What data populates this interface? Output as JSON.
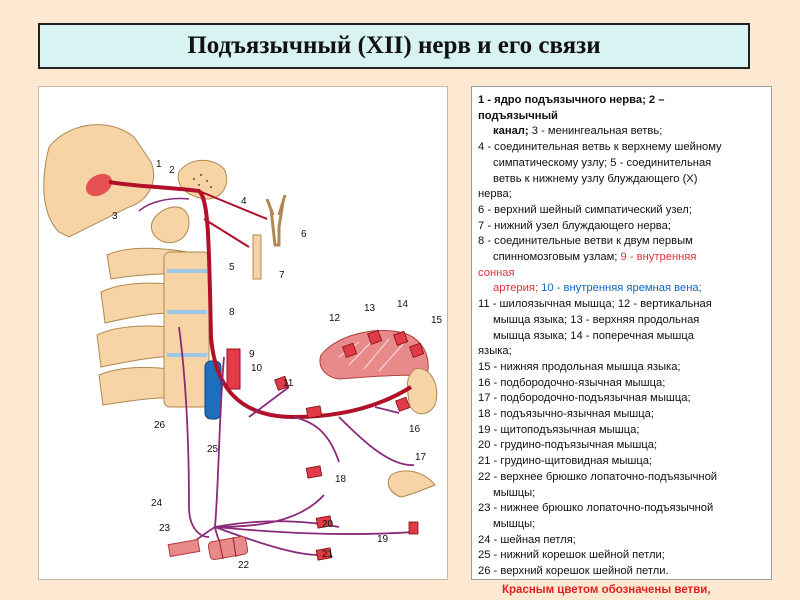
{
  "title": "Подъязычный (XII) нерв и его связи",
  "diagram": {
    "labels": [
      "1",
      "2",
      "3",
      "4",
      "5",
      "6",
      "7",
      "8",
      "9",
      "10",
      "11",
      "12",
      "13",
      "14",
      "15",
      "16",
      "17",
      "18",
      "19",
      "20",
      "21",
      "22",
      "23",
      "24",
      "25",
      "26"
    ]
  },
  "legend": {
    "lines": [
      {
        "parts": [
          {
            "t": "1 - ядро подъязычного нерва; 2 –"
          }
        ],
        "bold": true
      },
      {
        "parts": [
          {
            "t": "подъязычный"
          }
        ],
        "bold": true
      },
      {
        "parts": [
          {
            "t": "канал;",
            "b": true
          },
          {
            "t": " 3 - менингеальная ветвь;"
          }
        ],
        "indent": true
      },
      {
        "parts": [
          {
            "t": "4 - соединительная ветвь к верхнему шейному"
          }
        ]
      },
      {
        "parts": [
          {
            "t": "симпатическому узлу; 5 - соединительная"
          }
        ],
        "indent": true
      },
      {
        "parts": [
          {
            "t": "ветвь к нижнему узлу блуждающего (X)"
          }
        ],
        "indent": true
      },
      {
        "parts": [
          {
            "t": "нерва;"
          }
        ]
      },
      {
        "parts": [
          {
            "t": "6 - верхний шейный симпатический узел;"
          }
        ]
      },
      {
        "parts": [
          {
            "t": "7 - нижний узел блуждающего нерва;"
          }
        ]
      },
      {
        "parts": [
          {
            "t": "8 - соединительные ветви к двум первым"
          }
        ]
      },
      {
        "parts": [
          {
            "t": "спинномозговым узлам; "
          },
          {
            "t": "9 - внутренняя",
            "c": "red"
          }
        ],
        "indent": true
      },
      {
        "parts": [
          {
            "t": "сонная",
            "c": "red"
          }
        ]
      },
      {
        "parts": [
          {
            "t": "артерия;",
            "c": "red"
          },
          {
            "t": " 10 - внутренняя яремная вена;",
            "c": "blue"
          }
        ],
        "indent": true
      },
      {
        "parts": [
          {
            "t": "11 - шилоязычная мышца; 12 - вертикальная"
          }
        ]
      },
      {
        "parts": [
          {
            "t": "мышца языка; 13 - верхняя продольная"
          }
        ],
        "indent": true
      },
      {
        "parts": [
          {
            "t": "мышца языка; 14 - поперечная мышца"
          }
        ],
        "indent": true
      },
      {
        "parts": [
          {
            "t": "языка;"
          }
        ]
      },
      {
        "parts": [
          {
            "t": "15 - нижняя продольная мышца языка;"
          }
        ]
      },
      {
        "parts": [
          {
            "t": "16 - подбородочно-язычная мышца;"
          }
        ]
      },
      {
        "parts": [
          {
            "t": "17 - подбородочно-подъязычная мышца;"
          }
        ]
      },
      {
        "parts": [
          {
            "t": "18 - подъязычно-язычная мышца;"
          }
        ]
      },
      {
        "parts": [
          {
            "t": "19 - щитоподъязычная мышца;"
          }
        ]
      },
      {
        "parts": [
          {
            "t": "20 - грудино-подъязычная мышца;"
          }
        ]
      },
      {
        "parts": [
          {
            "t": "21 - грудино-щитовидная мышца;"
          }
        ]
      },
      {
        "parts": [
          {
            "t": "22 - верхнее брюшко лопаточно-подъязычной"
          }
        ]
      },
      {
        "parts": [
          {
            "t": "мышцы;"
          }
        ],
        "indent": true
      },
      {
        "parts": [
          {
            "t": "23 - нижнее брюшко лопаточно-подъязычной"
          }
        ]
      },
      {
        "parts": [
          {
            "t": "мышцы;"
          }
        ],
        "indent": true
      },
      {
        "parts": [
          {
            "t": "24 - шейная петля;"
          }
        ]
      },
      {
        "parts": [
          {
            "t": "25 - нижний корешок шейной петли;"
          }
        ]
      },
      {
        "parts": [
          {
            "t": "26 - верхний корешок шейной петли."
          }
        ]
      }
    ]
  },
  "footnote": "Красным цветом обозначены ветви,",
  "colors": {
    "nerve": "#b0102a",
    "branch": "#8a2a7a",
    "artery": "#e23a46",
    "vein": "#1f6fbf",
    "muscle": "#e88a8a",
    "bone": "#f6d4a6"
  }
}
